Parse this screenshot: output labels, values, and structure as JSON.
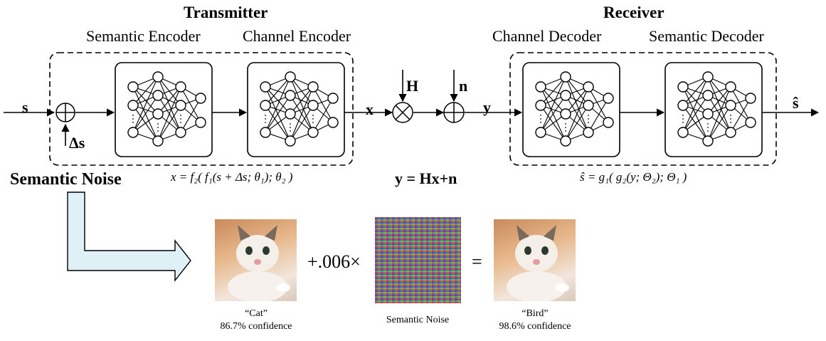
{
  "transmitter": {
    "title": "Transmitter",
    "semantic_encoder": "Semantic Encoder",
    "channel_encoder": "Channel Encoder",
    "equation": "x = f₂( f₁(s + Δs; θ₁); θ₂ )"
  },
  "receiver": {
    "title": "Receiver",
    "channel_decoder": "Channel Decoder",
    "semantic_decoder": "Semantic Decoder",
    "equation": "ŝ = g₁( g₂(y; Θ₂); Θ₁ )"
  },
  "signals": {
    "s": "s",
    "delta_s": "Δs",
    "x": "x",
    "H": "H",
    "n": "n",
    "y": "y",
    "s_hat": "ŝ"
  },
  "channel_equation": "y = Hx+n",
  "semantic_noise_label": "Semantic Noise",
  "example": {
    "multiplier": "+.006×",
    "equals": "=",
    "left_caption_label": "“Cat”",
    "left_caption_conf": "86.7% confidence",
    "middle_caption": "Semantic Noise",
    "right_caption_label": "“Bird”",
    "right_caption_conf": "98.6% confidence"
  }
}
